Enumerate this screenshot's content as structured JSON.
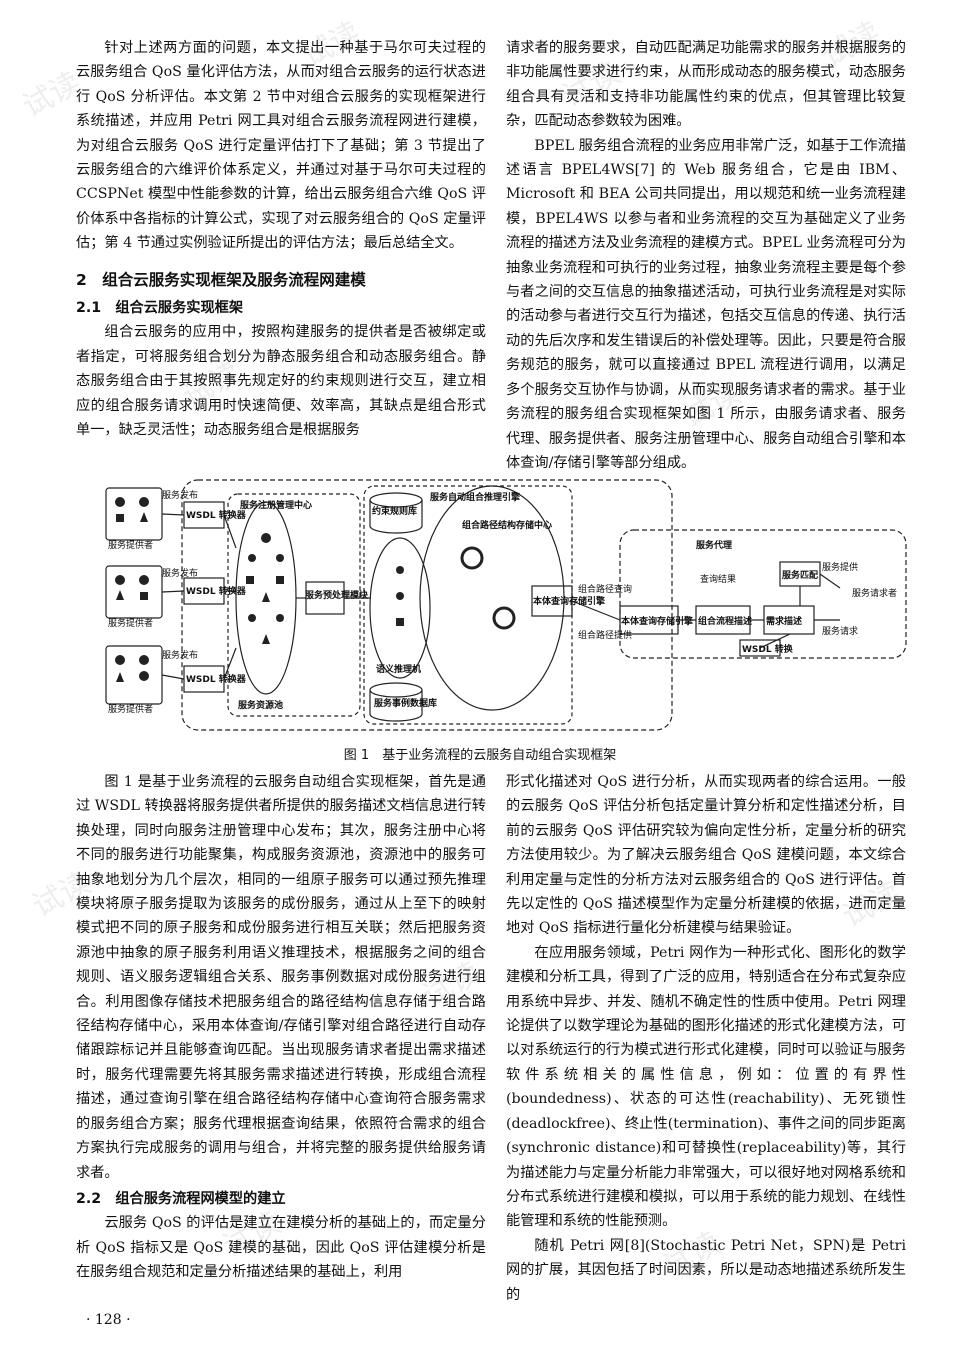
{
  "left_top": {
    "para1": "针对上述两方面的问题，本文提出一种基于马尔可夫过程的云服务组合 QoS 量化评估方法，从而对组合云服务的运行状态进行 QoS 分析评估。本文第 2 节中对组合云服务的实现框架进行系统描述，并应用 Petri 网工具对组合云服务流程网进行建模，为对组合云服务 QoS 进行定量评估打下了基础；第 3 节提出了云服务组合的六维评价体系定义，并通过对基于马尔可夫过程的 CCSPNet 模型中性能参数的计算，给出云服务组合六维 QoS 评价体系中各指标的计算公式，实现了对云服务组合的 QoS 定量评估；第 4 节通过实例验证所提出的评估方法；最后总结全文。",
    "section2": "2　组合云服务实现框架及服务流程网建模",
    "section21": "2.1　组合云服务实现框架",
    "para2": "组合云服务的应用中，按照构建服务的提供者是否被绑定或者指定，可将服务组合划分为静态服务组合和动态服务组合。静态服务组合由于其按照事先规定好的约束规则进行交互，建立相应的组合服务请求调用时快速简便、效率高，其缺点是组合形式单一，缺乏灵活性；动态服务组合是根据服务"
  },
  "right_top": {
    "para1": "请求者的服务要求，自动匹配满足功能需求的服务并根据服务的非功能属性要求进行约束，从而形成动态的服务模式，动态服务组合具有灵活和支持非功能属性约束的优点，但其管理比较复杂，匹配动态参数较为困难。",
    "para2": "BPEL 服务组合流程的业务应用非常广泛，如基于工作流描述语言 BPEL4WS[7] 的 Web 服务组合，它是由 IBM、Microsoft 和 BEA 公司共同提出，用以规范和统一业务流程建模，BPEL4WS 以参与者和业务流程的交互为基础定义了业务流程的描述方法及业务流程的建模方式。BPEL 业务流程可分为抽象业务流程和可执行的业务过程，抽象业务流程主要是每个参与者之间的交互信息的抽象描述活动，可执行业务流程是对实际的活动参与者进行交互行为描述，包括交互信息的传递、执行活动的先后次序和发生错误后的补偿处理等。因此，只要是符合服务规范的服务，就可以直接通过 BPEL 流程进行调用，以满足多个服务交互协作与协调，从而实现服务请求者的需求。基于业务流程的服务组合实现框架如图 1 所示，由服务请求者、服务代理、服务提供者、服务注册管理中心、服务自动组合引擎和本体查询/存储引擎等部分组成。"
  },
  "figure": {
    "caption": "图 1　基于业务流程的云服务自动组合实现框架",
    "provider_label": "服务提供者",
    "publish_label": "服务发布",
    "wsdl_converter": "WSDL 转换器",
    "registry_center": "服务注册管理中心",
    "engine_label": "服务自动组合推理引擎",
    "rule_db": "约束规则库",
    "resource_pool": "服务资源池",
    "preprocess": "服务预处理模块",
    "path_center": "组合路径结构存储中心",
    "semantic_engine": "语义推理机",
    "instance_db": "服务事例数据库",
    "ontology_engine": "本体查询存储引擎",
    "path_query": "组合路径查询",
    "path_provide": "组合路径提供",
    "agent_label": "服务代理",
    "query_result": "查询结果",
    "ontology_engine2": "本体查询存储引擎",
    "flow_desc": "组合流程描述",
    "req_desc": "需求描述",
    "match": "服务匹配",
    "service_provide": "服务提供",
    "service_request": "服务请求",
    "requester": "服务请求者",
    "wsdl_convert": "WSDL 转换"
  },
  "left_bottom": {
    "para1": "图 1 是基于业务流程的云服务自动组合实现框架，首先是通过 WSDL 转换器将服务提供者所提供的服务描述文档信息进行转换处理，同时向服务注册管理中心发布；其次，服务注册中心将不同的服务进行功能聚集，构成服务资源池，资源池中的服务可抽象地划分为几个层次，相同的一组原子服务可以通过预先推理模块将原子服务提取为该服务的成份服务，通过从上至下的映射模式把不同的原子服务和成份服务进行相互关联；然后把服务资源池中抽象的原子服务利用语义推理技术，根据服务之间的组合规则、语义服务逻辑组合关系、服务事例数据对成份服务进行组合。利用图像存储技术把服务组合的路径结构信息存储于组合路径结构存储中心，采用本体查询/存储引擎对组合路径进行自动存储跟踪标记并且能够查询匹配。当出现服务请求者提出需求描述时，服务代理需要先将其服务需求描述进行转换，形成组合流程描述，通过查询引擎在组合路径结构存储中心查询符合服务需求的服务组合方案；服务代理根据查询结果，依照符合需求的组合方案执行完成服务的调用与组合，并将完整的服务提供给服务请求者。",
    "section22": "2.2　组合服务流程网模型的建立",
    "para2": "云服务 QoS 的评估是建立在建模分析的基础上的，而定量分析 QoS 指标又是 QoS 建模的基础，因此 QoS 评估建模分析是在服务组合规范和定量分析描述结果的基础上，利用"
  },
  "right_bottom": {
    "para1": "形式化描述对 QoS 进行分析，从而实现两者的综合运用。一般的云服务 QoS 评估分析包括定量计算分析和定性描述分析，目前的云服务 QoS 评估研究较为偏向定性分析，定量分析的研究方法使用较少。为了解决云服务组合 QoS 建模问题，本文综合利用定量与定性的分析方法对云服务组合的 QoS 进行评估。首先以定性的 QoS 描述模型作为定量分析建模的依据，进而定量地对 QoS 指标进行量化分析建模与结果验证。",
    "para2": "在应用服务领域，Petri 网作为一种形式化、图形化的数学建模和分析工具，得到了广泛的应用，特别适合在分布式复杂应用系统中异步、并发、随机不确定性的性质中使用。Petri 网理论提供了以数学理论为基础的图形化描述的形式化建模方法，可以对系统运行的行为模式进行形式化建模，同时可以验证与服务软件系统相关的属性信息，例如：位置的有界性(boundedness)、状态的可达性(reachability)、无死锁性(deadlockfree)、终止性(termination)、事件之间的同步距离(synchronic distance)和可替换性(replaceability)等，其行为描述能力与定量分析能力非常强大，可以很好地对网格系统和分布式系统进行建模和模拟，可以用于系统的能力规划、在线性能管理和系统的性能预测。",
    "para3": "随机 Petri 网[8](Stochastic Petri Net，SPN)是 Petri 网的扩展，其因包括了时间因素，所以是动态地描述系统所发生的"
  },
  "page_number": "· 128 ·",
  "watermark": "试读"
}
